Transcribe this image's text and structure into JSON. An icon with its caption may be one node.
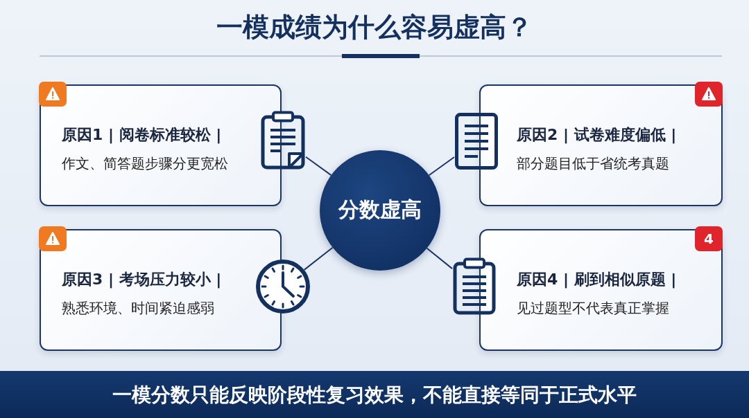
{
  "diagram": {
    "title": "一模成绩为什么容易虚高？",
    "nodes": [
      {
        "text": [
          "原因1 | 阅卷标准较松 |",
          "作文、简答题步骤分更宽松"
        ]
      },
      {
        "text": [],
        "shape": "clipboard"
      },
      {
        "text": [],
        "shape": "document"
      },
      {
        "text": [
          "原因2 | 试卷难度偏低 |",
          "部分题目低于省统考真题"
        ]
      },
      {
        "text": [
          "分数虚高"
        ]
      },
      {
        "text": [
          "原因3 | 考场压力较小 |",
          "熟悉环境、时间紧迫感弱"
        ]
      },
      {
        "text": [],
        "shape": "clock"
      },
      {
        "text": [],
        "shape": "clipboard"
      },
      {
        "text": [
          "原因4 | 刷到相似原题 |",
          "见过题型不代表真正掌握"
        ]
      }
    ],
    "edges": [
      {
        "from": 4,
        "to": 1,
        "arrow": "none"
      },
      {
        "from": 4,
        "to": 2,
        "arrow": "none"
      },
      {
        "from": 4,
        "to": 6,
        "arrow": "none"
      },
      {
        "from": 4,
        "to": 7,
        "arrow": "none"
      }
    ],
    "labels": [
      "4"
    ],
    "caption": "一模分数只能反映阶段性复习效果，不能直接等同于正式水平"
  }
}
